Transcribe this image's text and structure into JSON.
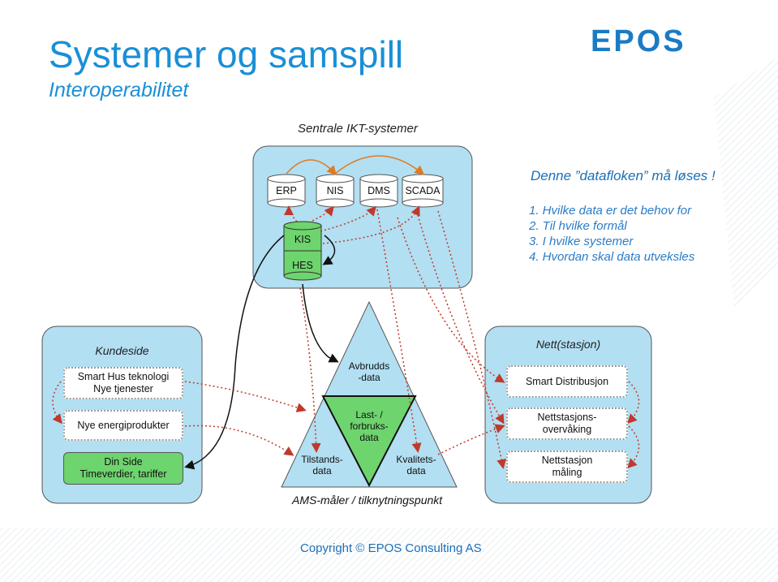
{
  "header": {
    "title": "Systemer og samspill",
    "subtitle": "Interoperabilitet",
    "logo": "EPOS"
  },
  "central": {
    "label": "Sentrale IKT-systemer",
    "systems": [
      "ERP",
      "NIS",
      "DMS",
      "SCADA"
    ],
    "stack": [
      "KIS",
      "HES"
    ]
  },
  "questions": {
    "heading": "Denne ”datafloken” må løses !",
    "items": [
      "1. Hvilke data er det behov for",
      "2. Til hvilke formål",
      "3. I hvilke systemer",
      "4. Hvordan skal data utveksles"
    ]
  },
  "customer": {
    "title": "Kundeside",
    "boxes": [
      {
        "line1": "Smart Hus teknologi",
        "line2": "Nye tjenester"
      },
      {
        "line1": "Nye energiprodukter",
        "line2": ""
      },
      {
        "line1": "Din Side",
        "line2": "Timeverdier, tariffer"
      }
    ]
  },
  "grid": {
    "title": "Nett(stasjon)",
    "boxes": [
      {
        "line1": "Smart Distribusjon",
        "line2": ""
      },
      {
        "line1": "Nettstasjons-",
        "line2": "overvåking"
      },
      {
        "line1": "Nettstasjon",
        "line2": "måling"
      }
    ]
  },
  "triangle": {
    "top": {
      "line1": "Avbrudds",
      "line2": "-data"
    },
    "center": {
      "line1": "Last- /",
      "line2": "forbruks-",
      "line3": "data"
    },
    "left": {
      "line1": "Tilstands-",
      "line2": "data"
    },
    "right": {
      "line1": "Kvalitets-",
      "line2": "data"
    },
    "caption": "AMS-måler / tilknytningspunkt"
  },
  "footer": {
    "copyright": "Copyright © EPOS Consulting AS"
  },
  "colors": {
    "brand": "#1a8fd6",
    "panel": "#b2dff2",
    "arrow_red": "#c0392b",
    "green": "#6ed46e"
  }
}
